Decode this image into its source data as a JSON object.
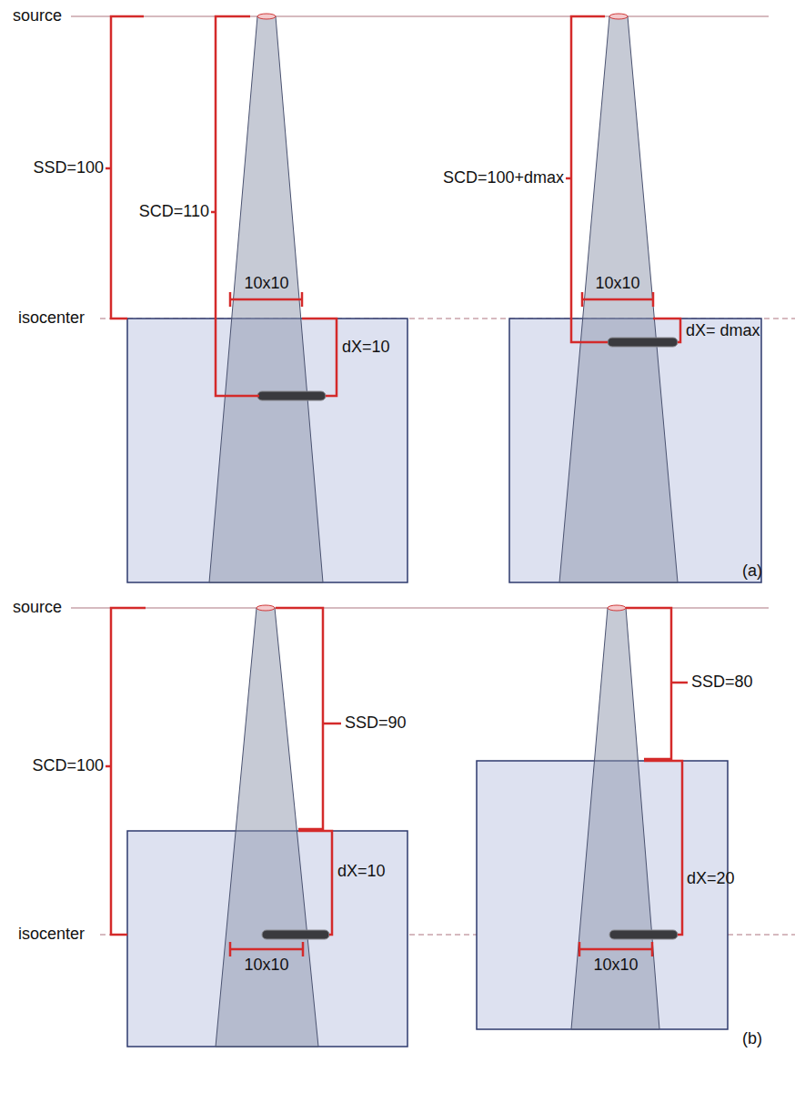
{
  "diagram": {
    "labels": [
      "source",
      "SSD=100",
      "SCD=110",
      "10x10",
      "SCD=100+dmax",
      "10x10",
      "isocenter",
      "dX=10",
      "dX= dmax",
      "(a)",
      "source",
      "SSD=90",
      "SCD=100",
      "SSD=80",
      "dX=10",
      "dX=20",
      "isocenter",
      "10x10",
      "10x10",
      "(b)"
    ]
  }
}
